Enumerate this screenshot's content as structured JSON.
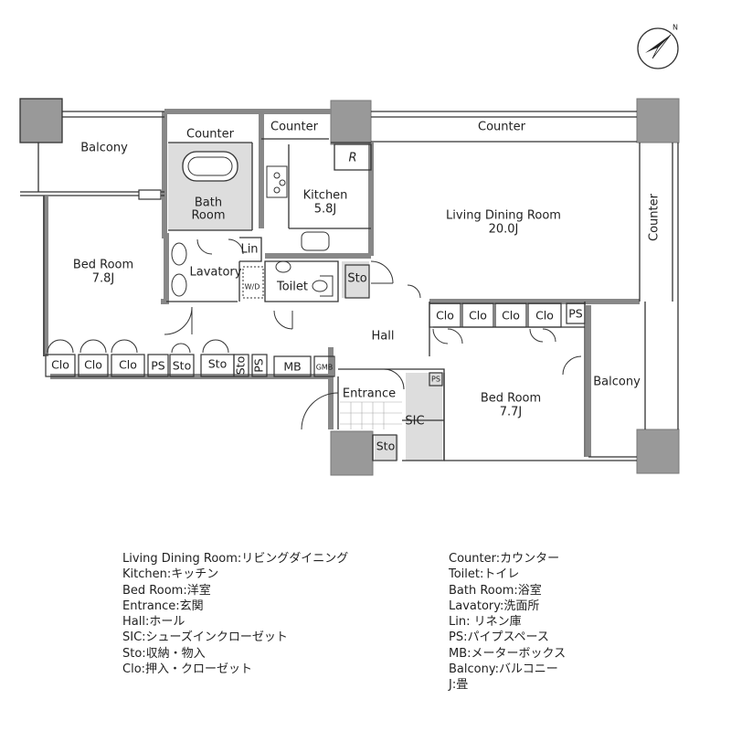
{
  "compass": {
    "label": "N"
  },
  "rooms": {
    "balcony_nw": "Balcony",
    "counter_bath": "Counter",
    "counter_kitchen": "Counter",
    "counter_living": "Counter",
    "counter_east": "Counter",
    "bath_room": [
      "Bath",
      "Room"
    ],
    "kitchen": [
      "Kitchen",
      "5.8J"
    ],
    "fridge": "R",
    "living": [
      "Living Dining Room",
      "20.0J"
    ],
    "bed_west": [
      "Bed Room",
      "7.8J"
    ],
    "lin": "Lin",
    "lavatory": "Lavatory",
    "wd": "W/D",
    "toilet": "Toilet",
    "sto_toilet": "Sto",
    "clo_east": [
      "Clo",
      "Clo",
      "Clo",
      "Clo"
    ],
    "ps_east": "PS",
    "hall": "Hall",
    "clo_west": [
      "Clo",
      "Clo",
      "Clo"
    ],
    "ps_w1": "PS",
    "sto_w1": "Sto",
    "sto_w2": "Sto",
    "sto_w3": "Sto",
    "ps_w2": "PS",
    "mb": "MB",
    "gmb": "GMB",
    "ps_sic": "PS",
    "entrance": "Entrance",
    "sic": "SIC",
    "sto_entr": "Sto",
    "bed_east": [
      "Bed Room",
      "7.7J"
    ],
    "balcony_e": "Balcony"
  },
  "legend": {
    "left": [
      "Living Dining Room:リビングダイニング",
      "Kitchen:キッチン",
      "Bed Room:洋室",
      "Entrance:玄関",
      "Hall:ホール",
      "SIC:シューズインクローゼット",
      "Sto:収納・物入",
      "Clo:押入・クローゼット"
    ],
    "right": [
      "Counter:カウンター",
      "Toilet:トイレ",
      "Bath Room:浴室",
      "Lavatory:洗面所",
      "Lin: リネン庫",
      "PS:パイプスペース",
      "MB:メーターボックス",
      "Balcony:バルコニー",
      "J:畳"
    ]
  }
}
